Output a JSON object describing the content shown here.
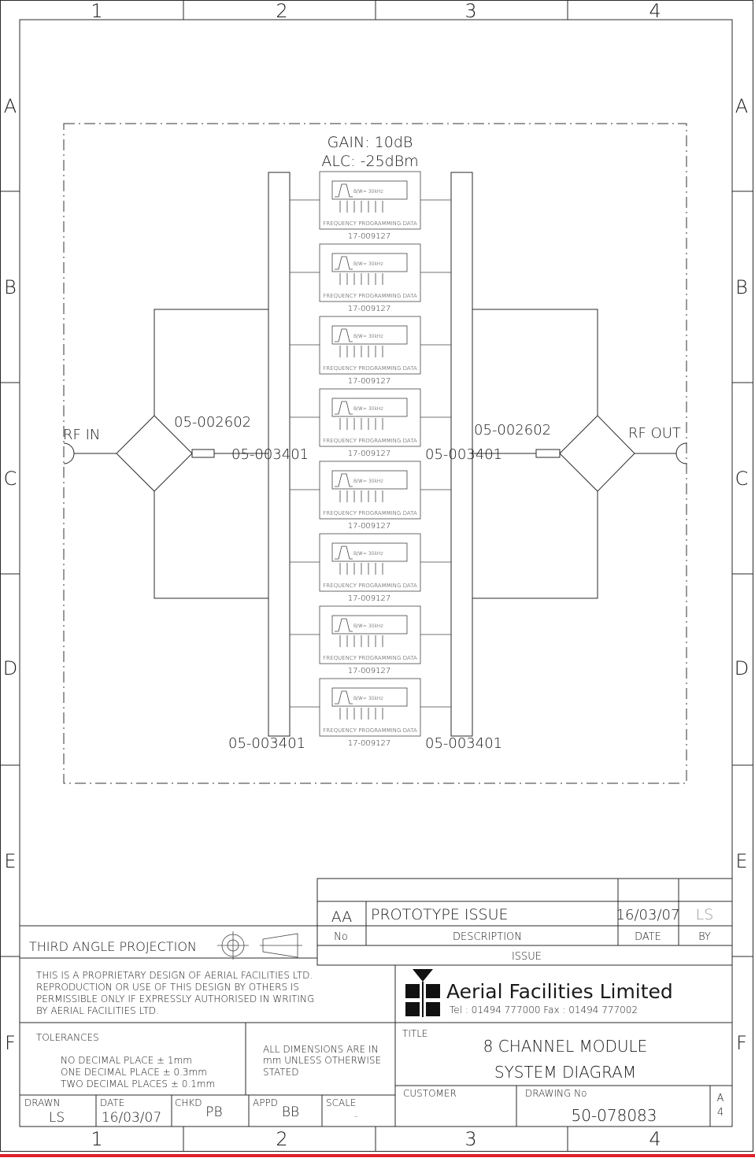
{
  "border": {
    "columns": [
      "1",
      "2",
      "3",
      "4"
    ],
    "rows": [
      "A",
      "B",
      "C",
      "D",
      "E",
      "F"
    ]
  },
  "diagram": {
    "gain_text": "GAIN: 10dB",
    "alc_text": "ALC: -25dBm",
    "rf_in": "RF IN",
    "rf_out": "RF OUT",
    "splitter_left": "05-002602",
    "splitter_right": "05-002602",
    "combiner_top_left": "05-003401",
    "combiner_top_right": "05-003401",
    "combiner_bottom_left": "05-003401",
    "combiner_bottom_right": "05-003401",
    "module_bw": "B/W= 30kHz",
    "module_caption": "FREQUENCY PROGRAMMING DATA",
    "channels": [
      {
        "part": "17-009127"
      },
      {
        "part": "17-009127"
      },
      {
        "part": "17-009127"
      },
      {
        "part": "17-009127"
      },
      {
        "part": "17-009127"
      },
      {
        "part": "17-009127"
      },
      {
        "part": "17-009127"
      },
      {
        "part": "17-009127"
      }
    ]
  },
  "title_block": {
    "revision": {
      "issue": "AA",
      "description": "PROTOTYPE ISSUE",
      "date": "16/03/07",
      "by": "LS",
      "hdr_no": "No",
      "hdr_description": "DESCRIPTION",
      "hdr_date": "DATE",
      "hdr_by": "BY",
      "hdr_issue": "ISSUE"
    },
    "projection": "THIRD ANGLE PROJECTION",
    "proprietary": [
      "THIS IS A PROPRIETARY DESIGN OF AERIAL FACILITIES LTD.",
      "REPRODUCTION OR USE OF THIS DESIGN BY OTHERS IS",
      "PERMISSIBLE ONLY IF EXPRESSLY AUTHORISED IN WRITING",
      "BY AERIAL FACILITIES LTD."
    ],
    "company": "Aerial Facilities Limited",
    "contact": "Tel : 01494 777000 Fax : 01494 777002",
    "tolerances_label": "TOLERANCES",
    "tolerances": [
      "NO DECIMAL PLACE ± 1mm",
      "ONE DECIMAL PLACE ± 0.3mm",
      "TWO DECIMAL PLACES ± 0.1mm"
    ],
    "dimensions_note": [
      "ALL DIMENSIONS ARE IN",
      "mm UNLESS OTHERWISE",
      "STATED"
    ],
    "title_label": "TITLE",
    "title_lines": [
      "8 CHANNEL MODULE",
      "SYSTEM DIAGRAM"
    ],
    "customer_label": "CUSTOMER",
    "drawing_no_label": "DRAWING No",
    "drawing_no": "50-078083",
    "size": "A",
    "sheet": "4",
    "drawn_label": "DRAWN",
    "drawn": "LS",
    "date_label": "DATE",
    "date": "16/03/07",
    "chkd_label": "CHKD",
    "chkd": "PB",
    "appd_label": "APPD",
    "appd": "BB",
    "scale_label": "SCALE",
    "scale": "-"
  },
  "colors": {
    "line": "#2a2a2a",
    "bottom_rule": "#e0202a"
  }
}
